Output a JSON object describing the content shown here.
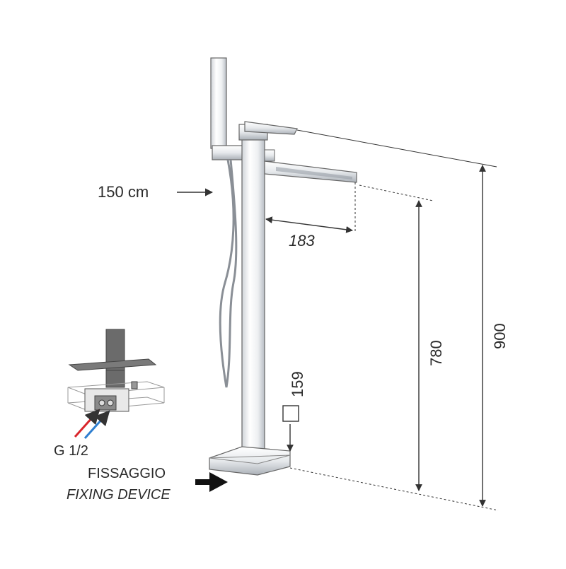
{
  "labels": {
    "hose_length": "150 cm",
    "spout_reach": "183",
    "spout_height": "780",
    "total_height": "900",
    "base_size": "159",
    "connection": "G 1/2",
    "fixing_it": "FISSAGGIO",
    "fixing_en": "FIXING DEVICE"
  },
  "colors": {
    "line": "#333333",
    "chrome_light": "#f4f5f7",
    "chrome_mid": "#d9dde2",
    "chrome_dark": "#9aa0a8",
    "hot": "#d9252b",
    "cold": "#2f7fd0",
    "steel": "#6b6b6b"
  }
}
